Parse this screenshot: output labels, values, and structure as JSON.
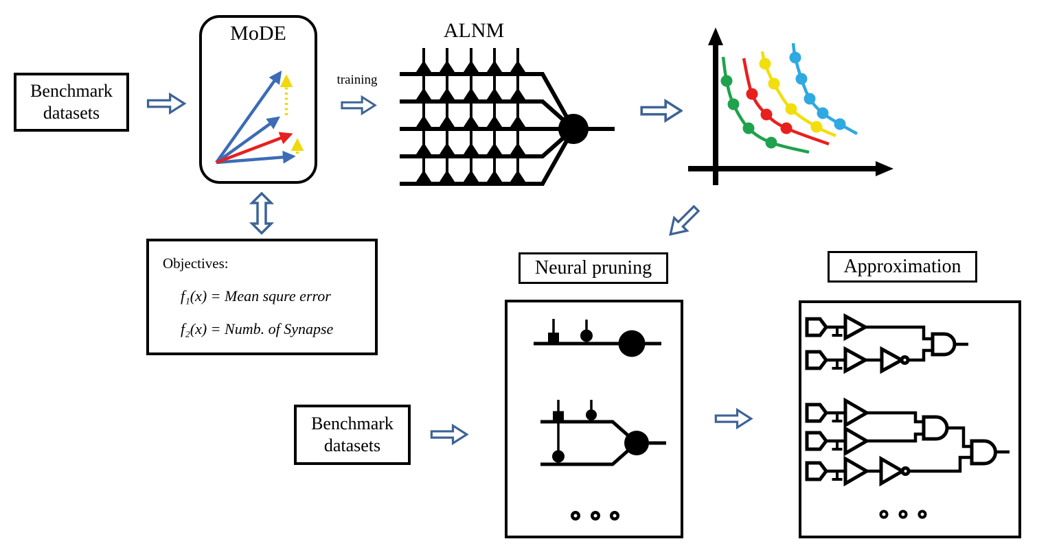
{
  "flow": {
    "benchmark_datasets_1": "Benchmark\ndatasets",
    "mode_title": "MoDE",
    "training_label": "training",
    "alnm": {
      "title": "ALNM",
      "dendrite_rows": 5,
      "synapse_columns": 5
    },
    "objectives": {
      "heading": "Objectives:",
      "equations": [
        "f₁(x) = Mean squre error",
        "f₂(x) = Numb. of Synapse"
      ]
    },
    "neural_pruning_label": "Neural pruning",
    "benchmark_datasets_2": "Benchmark\ndatasets",
    "approximation_label": "Approximation"
  },
  "colors": {
    "flow_arrow": "#3D6396",
    "vector_blue": "#3B6CB5",
    "vector_red": "#E8201E",
    "vector_yellow": "#EFD90A",
    "ink": "#000000"
  },
  "chart_data": {
    "type": "line",
    "title": "",
    "xlabel": "",
    "ylabel": "",
    "description": "Pareto fronts (trade-off curves) of trained ALNM solutions; four fronts of dotted curves, no axis ticks or labels",
    "legend": false,
    "series": [
      {
        "name": "pareto-front-1",
        "color": "#1FA24D",
        "curve": [
          [
            53,
            63
          ],
          [
            58,
            98
          ],
          [
            68,
            132
          ],
          [
            90,
            167
          ],
          [
            123,
            188
          ],
          [
            178,
            202
          ]
        ],
        "dots": [
          [
            58,
            98
          ],
          [
            68,
            132
          ],
          [
            90,
            167
          ],
          [
            123,
            188
          ]
        ]
      },
      {
        "name": "pareto-front-2",
        "color": "#E8201E",
        "curve": [
          [
            83,
            65
          ],
          [
            95,
            117
          ],
          [
            116,
            147
          ],
          [
            145,
            167
          ],
          [
            207,
            190
          ]
        ],
        "dots": [
          [
            95,
            117
          ],
          [
            116,
            147
          ],
          [
            145,
            167
          ]
        ]
      },
      {
        "name": "pareto-front-3",
        "color": "#F2DE0C",
        "curve": [
          [
            110,
            55
          ],
          [
            114,
            73
          ],
          [
            127,
            102
          ],
          [
            152,
            139
          ],
          [
            189,
            165
          ],
          [
            217,
            178
          ]
        ],
        "dots": [
          [
            114,
            73
          ],
          [
            127,
            102
          ],
          [
            152,
            139
          ],
          [
            189,
            165
          ]
        ]
      },
      {
        "name": "pareto-front-4",
        "color": "#2FA9E1",
        "curve": [
          [
            155,
            43
          ],
          [
            158,
            64
          ],
          [
            167,
            95
          ],
          [
            179,
            124
          ],
          [
            198,
            145
          ],
          [
            223,
            161
          ],
          [
            248,
            175
          ]
        ],
        "dots": [
          [
            158,
            64
          ],
          [
            167,
            95
          ],
          [
            179,
            124
          ],
          [
            198,
            145
          ],
          [
            223,
            161
          ]
        ]
      }
    ]
  }
}
